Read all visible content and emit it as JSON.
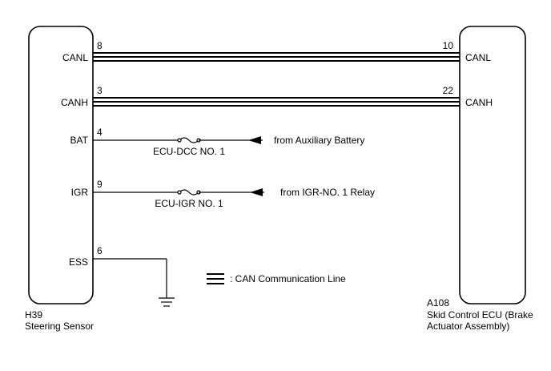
{
  "left_ecu": {
    "connector": "H39",
    "name": "Steering Sensor",
    "pins": [
      {
        "label": "CANL",
        "number": "8"
      },
      {
        "label": "CANH",
        "number": "3"
      },
      {
        "label": "BAT",
        "number": "4"
      },
      {
        "label": "IGR",
        "number": "9"
      },
      {
        "label": "ESS",
        "number": "6"
      }
    ]
  },
  "right_ecu": {
    "connector": "A108",
    "name_line1": "Skid Control ECU (Brake",
    "name_line2": "Actuator Assembly)",
    "pins": [
      {
        "label": "CANL",
        "number": "10"
      },
      {
        "label": "CANH",
        "number": "22"
      }
    ]
  },
  "fuses": [
    {
      "label": "ECU-DCC NO. 1",
      "source": "from Auxiliary Battery"
    },
    {
      "label": "ECU-IGR NO. 1",
      "source": "from IGR-NO. 1 Relay"
    }
  ],
  "legend": {
    "label": ": CAN Communication Line"
  }
}
